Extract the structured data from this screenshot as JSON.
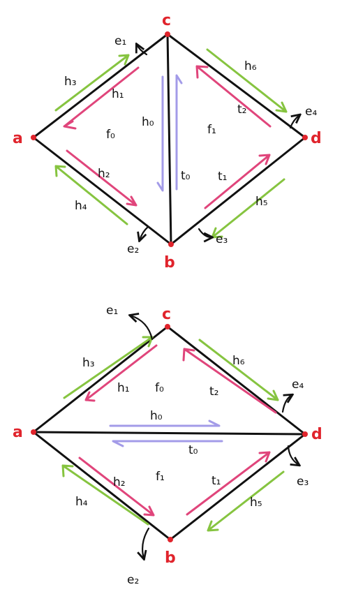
{
  "vertices": {
    "a": "a",
    "b": "b",
    "c": "c",
    "d": "d"
  },
  "faces": {
    "f0": "f₀",
    "f1": "f₁"
  },
  "halfedges": {
    "h0": "h₀",
    "h1": "h₁",
    "h2": "h₂",
    "h3": "h₃",
    "h4": "h₄",
    "h5": "h₅",
    "h6": "h₆"
  },
  "twins": {
    "t0": "t₀",
    "t1": "t₁",
    "t2": "t₂"
  },
  "edges": {
    "e1": "e₁",
    "e2": "e₂",
    "e3": "e₃",
    "e4": "e₄"
  },
  "colors": {
    "vertex": "#e0242c",
    "interior_halfedge": "#e0457b",
    "boundary_halfedge": "#86c440",
    "diagonal_halfedge": "#a39be8"
  }
}
